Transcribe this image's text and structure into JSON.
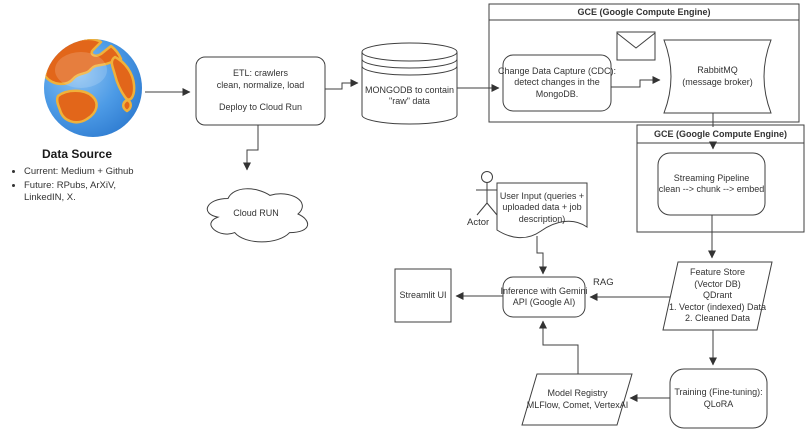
{
  "diagram": {
    "data_source": {
      "title": "Data Source",
      "bullets": [
        "Current: Medium + Github",
        "Future: RPubs, ArXiV, LinkedIN, X."
      ]
    },
    "etl": {
      "line1": "ETL: crawlers",
      "line2": "clean, normalize, load",
      "line3": "Deploy to Cloud Run"
    },
    "cloud_run": {
      "label": "Cloud RUN"
    },
    "mongodb": {
      "line1": "MONGODB to contain",
      "line2": "\"raw\" data"
    },
    "gce1": {
      "title": "GCE (Google Compute Engine)"
    },
    "cdc": {
      "line1": "Change Data Capture (CDC):",
      "line2": "detect changes in the",
      "line3": "MongoDB."
    },
    "rabbitmq": {
      "line1": "RabbitMQ",
      "line2": "(message broker)"
    },
    "gce2": {
      "title": "GCE (Google Compute Engine)"
    },
    "streaming": {
      "line1": "Streaming Pipeline",
      "line2": "clean --> chunk --> embed"
    },
    "feature_store": {
      "line1": "Feature Store",
      "line2": "(Vector DB)",
      "line3": "QDrant",
      "line4": "1. Vector (indexed) Data",
      "line5": "2. Cleaned Data"
    },
    "training": {
      "line1": "Training (Fine-tuning):",
      "line2": "QLoRA"
    },
    "model_registry": {
      "line1": "Model Registry",
      "line2": "MLFlow, Comet, VertexAI"
    },
    "inference": {
      "line1": "Inference with Gemini",
      "line2": "API (Google AI)"
    },
    "streamlit": {
      "label": "Streamlit UI"
    },
    "user_input": {
      "line1": "User Input (queries +",
      "line2": "uploaded data + job",
      "line3": "description)"
    },
    "actor": {
      "label": "Actor"
    },
    "labels": {
      "rag": "RAG"
    },
    "icons": {
      "globe": "globe-earth-icon",
      "envelope": "envelope-icon",
      "actor": "actor-stick-figure"
    },
    "colors": {
      "stroke": "#3f3f3f",
      "text": "#333333",
      "globe_ocean": "#2e7bd0",
      "globe_land": "#e2661a",
      "globe_coast": "#f0b13a"
    }
  }
}
